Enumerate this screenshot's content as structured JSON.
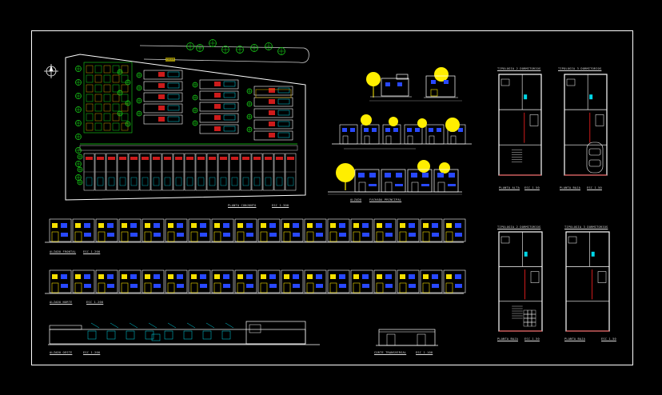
{
  "labels": {
    "site_plan": "PLANTA CONJUNTO",
    "site_plan_scale": "ESC 1-300",
    "street": "CALLE",
    "elev_front": "ALZADO FRONTAL",
    "elev_front_scale": "ESC 1-200",
    "elev_north": "ALZADO NORTE",
    "elev_north_scale": "ESC 1-200",
    "elev_west": "ALZADO OESTE",
    "elev_west_scale": "ESC 1-200",
    "elev_small_a": "ALZADO",
    "elev_small_b": "FACHADA PRINCIPAL",
    "cross_section": "CORTE TRANSVERSAL",
    "cross_section_scale": "ESC 1-100",
    "type_a_title": "TIPOLOGIA 2 DORMITORIOS",
    "type_b_title": "TIPOLOGIA 3 DORMITORIOS",
    "type_c_title": "TIPOLOGIA 2 DORMITORIOS",
    "type_d_title": "TIPOLOGIA 3 DORMITORIOS",
    "plan_upper": "PLANTA ALTA",
    "plan_upper_scale": "ESC 1-50",
    "plan_lower": "PLANTA BAJA",
    "plan_lower_scale": "ESC 1-50"
  },
  "colors": {
    "background": "#000000",
    "frame": "#ffffff",
    "trees": "#19d419",
    "tree_crowns": "#ffee00",
    "walls": "#ffffff",
    "windows": "#2848ff",
    "accent_red": "#ff2222",
    "cyan": "#00d8e8",
    "yellow": "#f5e000"
  },
  "icons": {
    "north_arrow": "north-arrow-icon"
  }
}
